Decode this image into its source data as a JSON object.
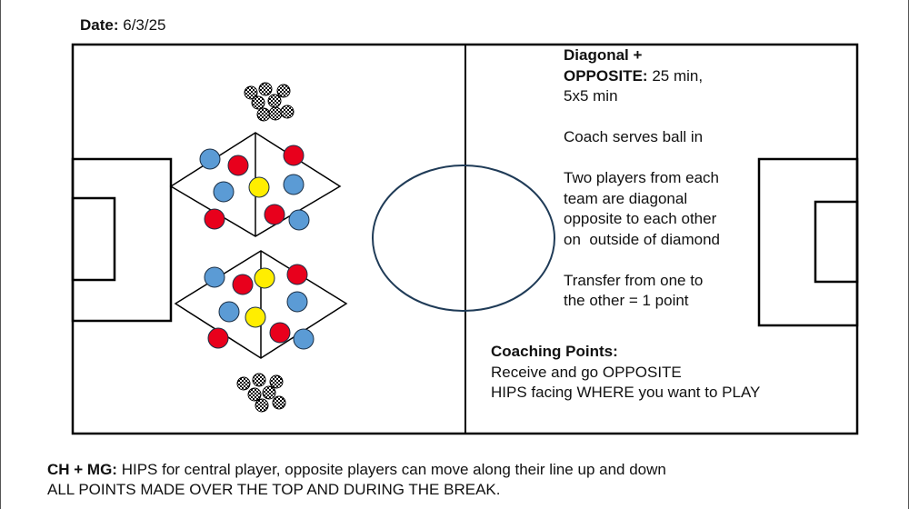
{
  "header": {
    "date_label": "Date:",
    "date_value": "6/3/25"
  },
  "drill": {
    "title_line1": "Diagonal +",
    "title_line2_bold": "OPPOSITE:",
    "title_line2_rest": "25 min,",
    "title_line3": "5x5 min",
    "instruction1": "Coach serves ball in",
    "instruction2_lines": [
      "Two players from each",
      "team are diagonal",
      "opposite to each other",
      "on  outside of diamond"
    ],
    "instruction3_lines": [
      "Transfer from one to",
      "the other = 1 point"
    ]
  },
  "coaching_points": {
    "title": "Coaching Points:",
    "items": [
      "Receive and go OPPOSITE",
      "HIPS facing WHERE you want to PLAY"
    ]
  },
  "footer": {
    "label": "CH + MG:",
    "line1": "HIPS for central player, opposite players can move along their line up and down",
    "line2": "ALL POINTS MADE OVER THE TOP AND DURING THE BREAK."
  },
  "colors": {
    "blue_team": "#5b9bd5",
    "red_team": "#e8001c",
    "neutral": "#ffee00",
    "lines": "#000000",
    "circle": "#1f3b57"
  }
}
